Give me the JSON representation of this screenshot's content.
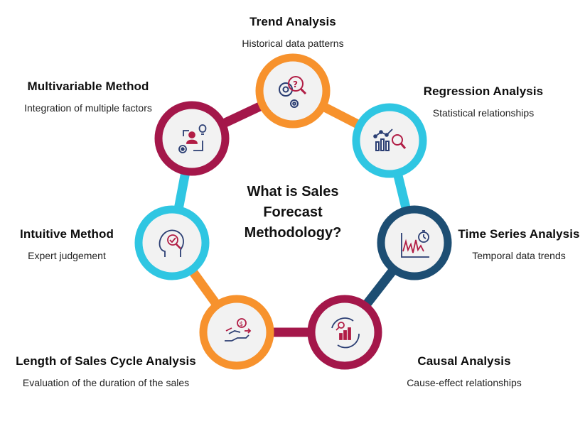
{
  "center_title": [
    "What is Sales",
    "Forecast",
    "Methodology?"
  ],
  "colors": {
    "orange": "#F7922D",
    "cyan": "#2FC6E2",
    "crimson": "#A4174A",
    "navy": "#1D4E73",
    "icon_dark": "#2B3E73",
    "icon_red": "#B11D45",
    "node_fill": "#F2F2F2"
  },
  "nodes": [
    {
      "id": "trend",
      "title": "Trend Analysis",
      "desc": "Historical data patterns",
      "color": "orange",
      "icon": "gears-question-icon"
    },
    {
      "id": "regression",
      "title": "Regression Analysis",
      "desc": "Statistical relationships",
      "color": "cyan",
      "icon": "bar-chart-magnifier-icon"
    },
    {
      "id": "timeseries",
      "title": "Time Series Analysis",
      "desc": "Temporal data trends",
      "color": "navy",
      "icon": "line-chart-stopwatch-icon"
    },
    {
      "id": "causal",
      "title": "Causal Analysis",
      "desc": "Cause-effect relationships",
      "color": "crimson",
      "icon": "cycle-analysis-icon"
    },
    {
      "id": "salescycle",
      "title": "Length of Sales Cycle Analysis",
      "desc": "Evaluation of the duration of the sales",
      "color": "orange",
      "icon": "hand-coin-cycle-icon"
    },
    {
      "id": "intuitive",
      "title": "Intuitive Method",
      "desc": "Expert judgement",
      "color": "cyan",
      "icon": "head-check-icon"
    },
    {
      "id": "multivariable",
      "title": "Multivariable Method",
      "desc": "Integration of multiple factors",
      "color": "crimson",
      "icon": "person-idea-gear-icon"
    }
  ]
}
